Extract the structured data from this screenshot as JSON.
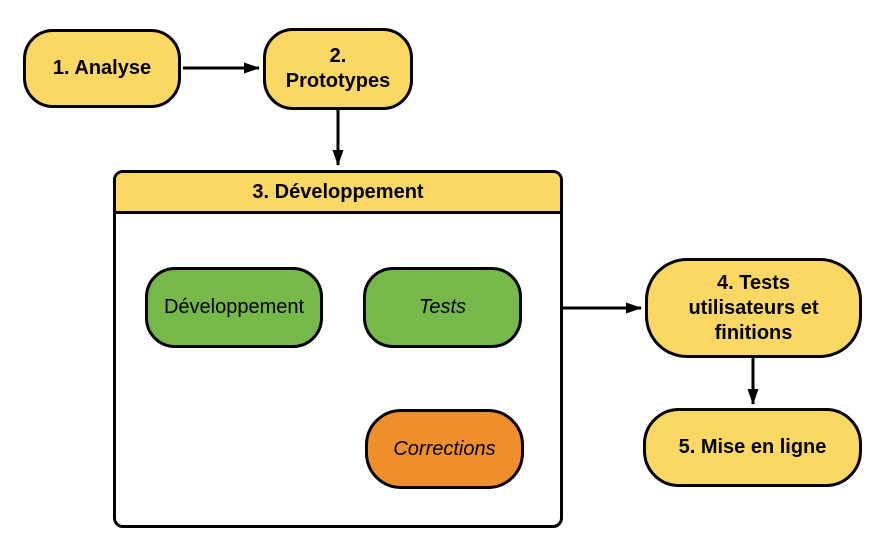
{
  "diagram": {
    "type": "flowchart",
    "language": "fr",
    "nodes": {
      "analyse": {
        "label": "1. Analyse",
        "shape": "rounded",
        "fill": "yellow",
        "font": "bold"
      },
      "prototypes": {
        "label": "2. Prototypes",
        "shape": "rounded",
        "fill": "yellow",
        "font": "bold"
      },
      "developpement_group": {
        "label": "3. Développement",
        "shape": "container",
        "header_fill": "yellow",
        "body_fill": "white",
        "font": "bold"
      },
      "developpement": {
        "label": "Développement",
        "shape": "rounded",
        "fill": "green",
        "font": "regular"
      },
      "tests": {
        "label": "Tests",
        "shape": "rounded",
        "fill": "green",
        "font": "italic"
      },
      "corrections": {
        "label": "Corrections",
        "shape": "rounded",
        "fill": "orange",
        "font": "italic"
      },
      "tests_utilisateurs": {
        "label": "4. Tests utilisateurs et finitions",
        "shape": "rounded",
        "fill": "yellow",
        "font": "bold"
      },
      "mise_en_ligne": {
        "label": "5. Mise en ligne",
        "shape": "rounded",
        "fill": "yellow",
        "font": "bold"
      }
    },
    "edges": [
      {
        "from": "analyse",
        "to": "prototypes",
        "direction": "right"
      },
      {
        "from": "prototypes",
        "to": "developpement_group",
        "direction": "down"
      },
      {
        "from": "developpement",
        "to": "tests",
        "direction": "right"
      },
      {
        "from": "tests",
        "to": "corrections",
        "direction": "down"
      },
      {
        "from": "corrections",
        "to": "tests",
        "direction": "up"
      },
      {
        "from": "developpement_group",
        "to": "tests_utilisateurs",
        "direction": "right"
      },
      {
        "from": "tests_utilisateurs",
        "to": "mise_en_ligne",
        "direction": "down"
      }
    ],
    "colors": {
      "yellow": "#FBD763",
      "green": "#77B84B",
      "orange": "#EE8F2B",
      "stroke": "#000000",
      "background": "#FFFFFF"
    }
  }
}
